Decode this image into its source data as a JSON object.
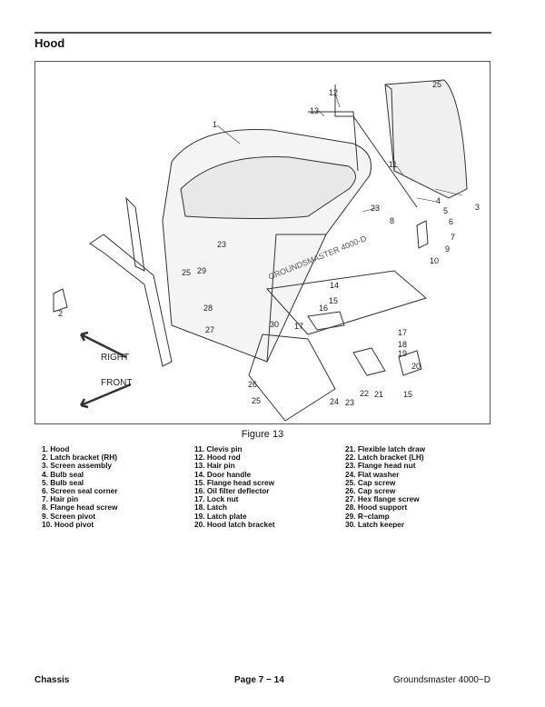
{
  "header": {
    "title": "Hood"
  },
  "figure": {
    "caption": "Figure 13",
    "hood_logo": "GROUNDSMASTER 4000-D",
    "direction_right": "RIGHT",
    "direction_front": "FRONT",
    "callouts": [
      "1",
      "12",
      "25",
      "13",
      "11",
      "23",
      "4",
      "5",
      "6",
      "7",
      "8",
      "9",
      "10",
      "3",
      "23",
      "25",
      "29",
      "2",
      "28",
      "27",
      "14",
      "15",
      "16",
      "30",
      "17",
      "17",
      "18",
      "19",
      "20",
      "26",
      "25",
      "22",
      "24",
      "23",
      "21",
      "15"
    ]
  },
  "legend": {
    "col1": [
      "1.   Hood",
      "2.   Latch bracket (RH)",
      "3.   Screen assembly",
      "4.  Bulb seal",
      "5.  Bulb seal",
      "6.  Screen seal corner",
      "7.  Hair pin",
      "8.  Flange head screw",
      "9.  Screen pivot",
      "10. Hood pivot"
    ],
    "col2": [
      "11. Clevis pin",
      "12. Hood rod",
      "13. Hair pin",
      "14. Door handle",
      "15. Flange head screw",
      "16. Oil filter deflector",
      "17. Lock nut",
      "18. Latch",
      "19. Latch plate",
      "20. Hood latch bracket"
    ],
    "col3": [
      "21. Flexible latch draw",
      "22. Latch bracket (LH)",
      "23. Flange head nut",
      "24. Flat washer",
      "25. Cap screw",
      "26. Cap screw",
      "27. Hex flange screw",
      "28. Hood support",
      "29. R−clamp",
      "30. Latch keeper"
    ]
  },
  "footer": {
    "left": "Chassis",
    "center": "Page 7 − 14",
    "right": "Groundsmaster 4000−D"
  }
}
